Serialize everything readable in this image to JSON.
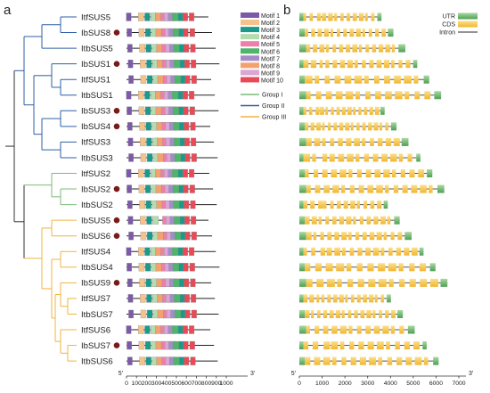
{
  "panels": {
    "a": "a",
    "b": "b"
  },
  "genes": [
    {
      "name": "ItfSUS5",
      "marked": false,
      "group": "II"
    },
    {
      "name": "IbSUS8",
      "marked": true,
      "group": "II"
    },
    {
      "name": "ItbSUS5",
      "marked": false,
      "group": "II"
    },
    {
      "name": "IbSUS1",
      "marked": true,
      "group": "II"
    },
    {
      "name": "ItfSUS1",
      "marked": false,
      "group": "II"
    },
    {
      "name": "ItbSUS1",
      "marked": false,
      "group": "II"
    },
    {
      "name": "IbSUS3",
      "marked": true,
      "group": "II"
    },
    {
      "name": "IbSUS4",
      "marked": true,
      "group": "II"
    },
    {
      "name": "ItfSUS3",
      "marked": false,
      "group": "II"
    },
    {
      "name": "ItbSUS3",
      "marked": false,
      "group": "II"
    },
    {
      "name": "ItfSUS2",
      "marked": false,
      "group": "I"
    },
    {
      "name": "IbSUS2",
      "marked": true,
      "group": "I"
    },
    {
      "name": "ItbSUS2",
      "marked": false,
      "group": "I"
    },
    {
      "name": "IbSUS5",
      "marked": true,
      "group": "III"
    },
    {
      "name": "IbSUS6",
      "marked": true,
      "group": "III"
    },
    {
      "name": "ItfSUS4",
      "marked": false,
      "group": "III"
    },
    {
      "name": "ItbSUS4",
      "marked": false,
      "group": "III"
    },
    {
      "name": "IbSUS9",
      "marked": true,
      "group": "III"
    },
    {
      "name": "ItfSUS7",
      "marked": false,
      "group": "III"
    },
    {
      "name": "ItbSUS7",
      "marked": false,
      "group": "III"
    },
    {
      "name": "ItfSUS6",
      "marked": false,
      "group": "III"
    },
    {
      "name": "IbSUS7",
      "marked": true,
      "group": "III"
    },
    {
      "name": "ItbSUS6",
      "marked": false,
      "group": "III"
    }
  ],
  "motif_legend": [
    {
      "label": "Motif 1",
      "color": "#7b5aa6"
    },
    {
      "label": "Motif 2",
      "color": "#f6c28b"
    },
    {
      "label": "Motif 3",
      "color": "#1a9a8a"
    },
    {
      "label": "Motif 4",
      "color": "#b5dcae"
    },
    {
      "label": "Motif 5",
      "color": "#ef7fa8"
    },
    {
      "label": "Motif 6",
      "color": "#4fb56a"
    },
    {
      "label": "Motif 7",
      "color": "#a58cc8"
    },
    {
      "label": "Motif 8",
      "color": "#f2a36d"
    },
    {
      "label": "Motif 9",
      "color": "#d9a6d6"
    },
    {
      "label": "Motif 10",
      "color": "#e84b57"
    }
  ],
  "group_legend": [
    {
      "label": "Group I",
      "color": "#7dbb7a"
    },
    {
      "label": "Group II",
      "color": "#2f5fa5"
    },
    {
      "label": "Group III",
      "color": "#f0b441"
    }
  ],
  "gene_legend": [
    {
      "label": "UTR",
      "color": "#5aac5f"
    },
    {
      "label": "CDS",
      "color": "#f7c44c"
    },
    {
      "label": "Intron",
      "color": "#555555"
    }
  ],
  "motif_axis": {
    "ticks": [
      "0",
      "100",
      "200",
      "300",
      "400",
      "500",
      "600",
      "700",
      "800",
      "900",
      "1000"
    ],
    "start_label": "5'",
    "end_label": "3'"
  },
  "gene_axis": {
    "ticks": [
      "0",
      "1000",
      "2000",
      "3000",
      "4000",
      "5000",
      "6000",
      "7000"
    ],
    "start_label": "5'",
    "end_label": "3'"
  },
  "colors": {
    "marker": "#7a1a1a",
    "backbone": "#222222"
  }
}
